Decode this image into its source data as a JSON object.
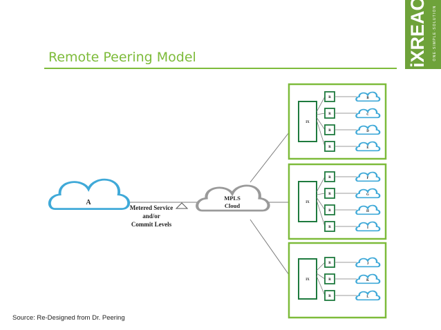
{
  "title": "Remote Peering Model",
  "logo": {
    "word": "iXREACH",
    "tagline": "ONE·SIMPLE·SOLUTION"
  },
  "source": "Source: Re-Designed from Dr. Peering",
  "colors": {
    "title_green": "#7dbb3a",
    "box_green": "#7dbb3a",
    "router_green": "#1e7a3e",
    "cloud_blue": "#3fa9d8",
    "mpls_gray": "#9a9a9a",
    "link_gray": "#7a7a7a",
    "logo_green": "#6ea23a"
  },
  "diagram": {
    "customer_cloud": "A",
    "link_label": [
      "Metered Service",
      "and/or",
      "Commit Levels"
    ],
    "mpls_cloud": [
      "MPLS",
      "Cloud"
    ],
    "ix_label": "IX",
    "router_label": "R",
    "ix_sites": [
      {
        "peers": [
          "B",
          "C",
          "D",
          "E"
        ]
      },
      {
        "peers": [
          "F",
          "G",
          "H",
          "I"
        ]
      },
      {
        "peers": [
          "J",
          "K",
          "L"
        ]
      }
    ]
  }
}
